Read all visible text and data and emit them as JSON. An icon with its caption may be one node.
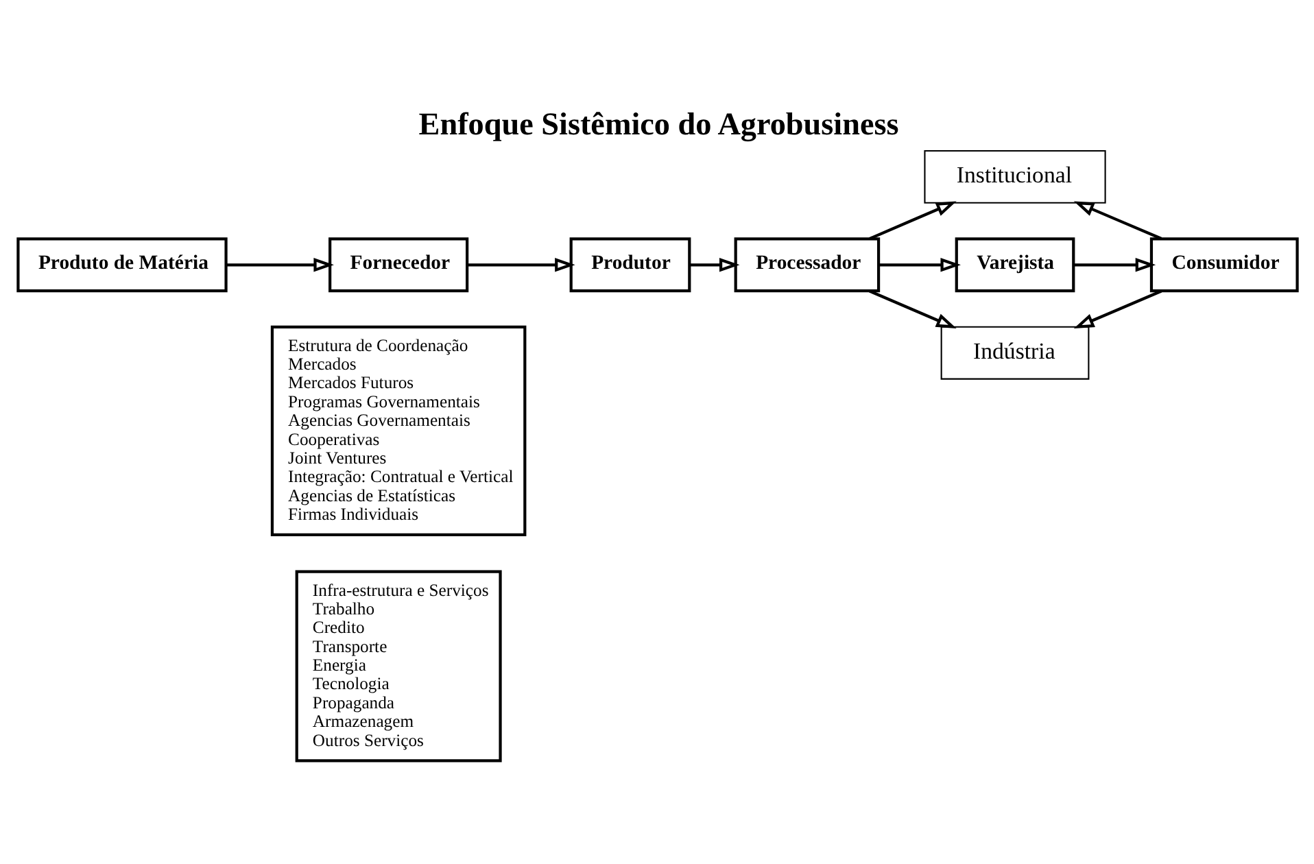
{
  "diagram": {
    "title": "Enfoque Sistêmico do Agrobusiness",
    "nodes": [
      {
        "text": [
          "Produto de Matéria"
        ]
      },
      {
        "text": [
          "Fornecedor"
        ]
      },
      {
        "text": [
          "Produtor"
        ]
      },
      {
        "text": [
          "Processador"
        ]
      },
      {
        "text": [
          "Varejista"
        ]
      },
      {
        "text": [
          "Consumidor"
        ]
      },
      {
        "text": [
          "Estrutura de Coordenação",
          "Mercados",
          "Mercados Futuros",
          "Programas Governamentais",
          "Agencias Governamentais",
          "Cooperativas",
          "Joint Ventures",
          "Integração: Contratual e Vertical",
          "Agencias de Estatísticas",
          "Firmas Individuais"
        ]
      },
      {
        "text": [
          "Infra-estrutura e Serviços",
          "Trabalho",
          "Credito",
          "Transporte",
          "Energia",
          "Tecnologia",
          "Propaganda",
          "Armazenagem",
          "Outros Serviços"
        ]
      },
      {
        "text": [
          "Indústria"
        ]
      },
      {
        "text": [
          "Institucional"
        ]
      }
    ],
    "edges": [
      {
        "from": 0,
        "to": 1,
        "arrow": "to"
      },
      {
        "from": 1,
        "to": 2,
        "arrow": "to"
      },
      {
        "from": 2,
        "to": 3,
        "arrow": "to"
      },
      {
        "from": 3,
        "to": 4,
        "arrow": "to"
      },
      {
        "from": 4,
        "to": 5,
        "arrow": "to"
      },
      {
        "from": 3,
        "to": 8,
        "arrow": "to"
      },
      {
        "from": 3,
        "to": 9,
        "arrow": "to"
      },
      {
        "from": 5,
        "to": 8,
        "arrow": "to"
      },
      {
        "from": 5,
        "to": 9,
        "arrow": "to"
      }
    ]
  }
}
